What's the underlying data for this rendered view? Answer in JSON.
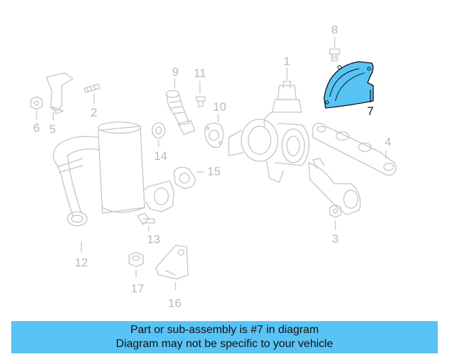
{
  "diagram": {
    "highlight_color": "#58c3f5",
    "callouts": {
      "c1": "1",
      "c2": "2",
      "c3": "3",
      "c4": "4",
      "c5": "5",
      "c6": "6",
      "c7": "7",
      "c8": "8",
      "c9": "9",
      "c10": "10",
      "c11": "11",
      "c12": "12",
      "c13": "13",
      "c14": "14",
      "c15": "15",
      "c16": "16",
      "c17": "17"
    },
    "highlighted_part": "7"
  },
  "banner": {
    "line1": "Part or sub-assembly is #7 in diagram",
    "line2": "Diagram may not be specific to your vehicle",
    "background": "#5ac3f5"
  }
}
